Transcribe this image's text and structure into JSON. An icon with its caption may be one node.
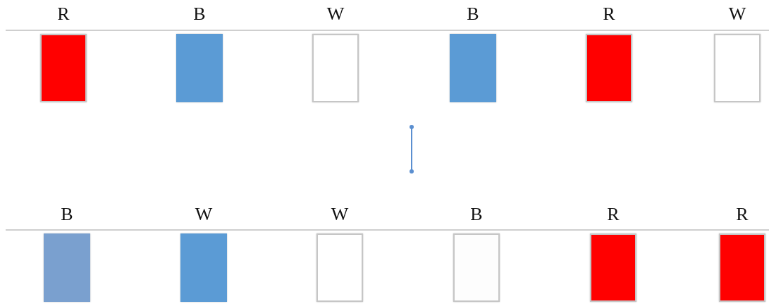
{
  "diagram": {
    "nodes": [
      {
        "text": [
          "R"
        ]
      },
      {
        "text": [
          "B"
        ]
      },
      {
        "text": [
          "W"
        ]
      },
      {
        "text": [
          "B"
        ]
      },
      {
        "text": [
          "R"
        ]
      },
      {
        "text": [
          "W"
        ]
      },
      {
        "text": [
          "B"
        ]
      },
      {
        "text": [
          "W"
        ]
      },
      {
        "text": [
          "W"
        ]
      },
      {
        "text": [
          "B"
        ]
      },
      {
        "text": [
          "R"
        ]
      },
      {
        "text": [
          "R"
        ]
      }
    ]
  }
}
